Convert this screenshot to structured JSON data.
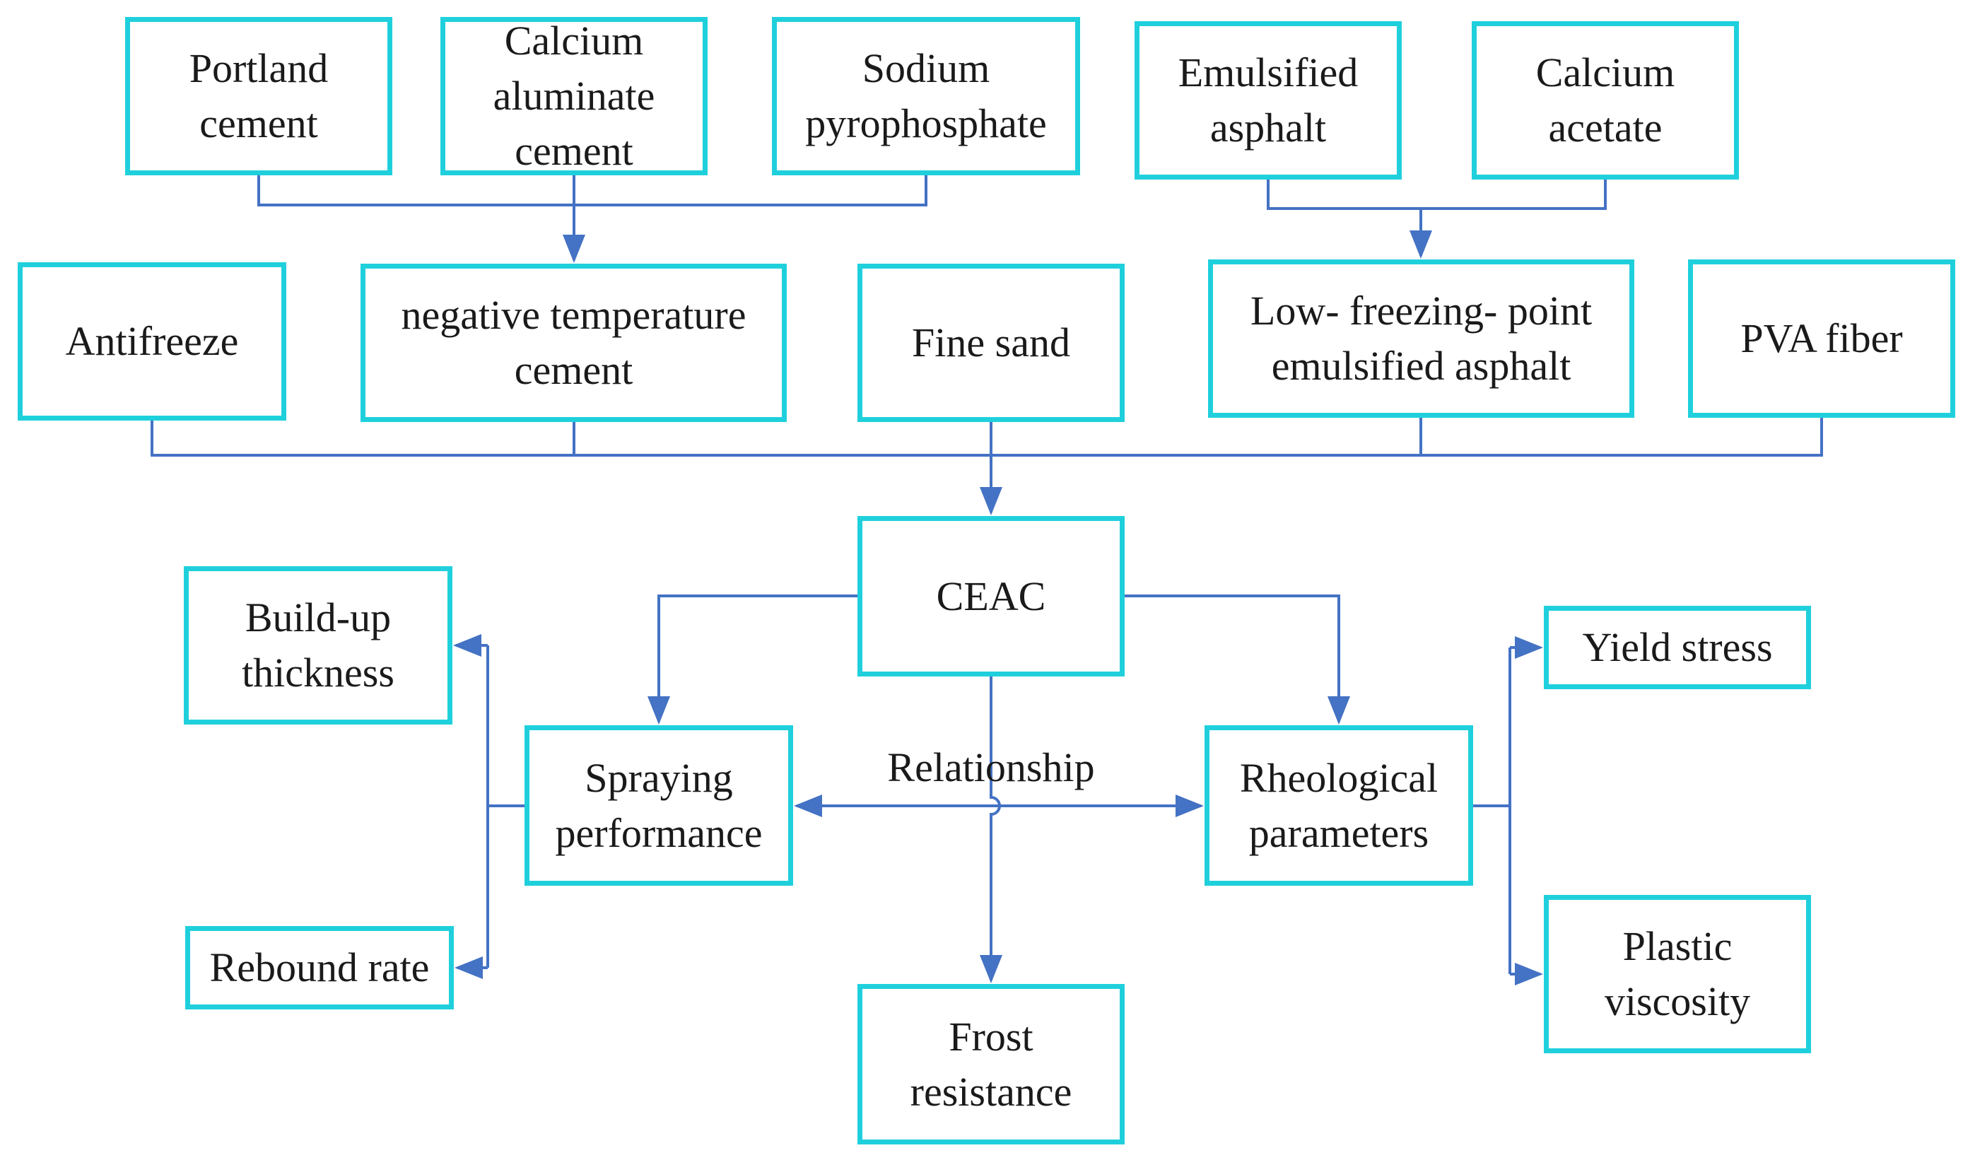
{
  "diagram": {
    "line_color": "#4472c4",
    "box_border_color": "#1fd0dc",
    "nodes": {
      "portland": "Portland\ncement",
      "calcium_aluminate": "Calcium\naluminate\ncement",
      "sodium_pyro": "Sodium\npyrophosphate",
      "emulsified": "Emulsified\nasphalt",
      "calcium_acetate": "Calcium\nacetate",
      "antifreeze": "Antifreeze",
      "negative_temp": "negative temperature\ncement",
      "fine_sand": "Fine sand",
      "low_freezing": "Low- freezing- point\nemulsified asphalt",
      "pva": "PVA fiber",
      "ceac": "CEAC",
      "buildup": "Build-up\nthickness",
      "rebound": "Rebound rate",
      "spraying": "Spraying\nperformance",
      "rheological": "Rheological\nparameters",
      "yield": "Yield stress",
      "plastic": "Plastic\nviscosity",
      "frost": "Frost\nresistance"
    },
    "relationship_label": "Relationship"
  }
}
